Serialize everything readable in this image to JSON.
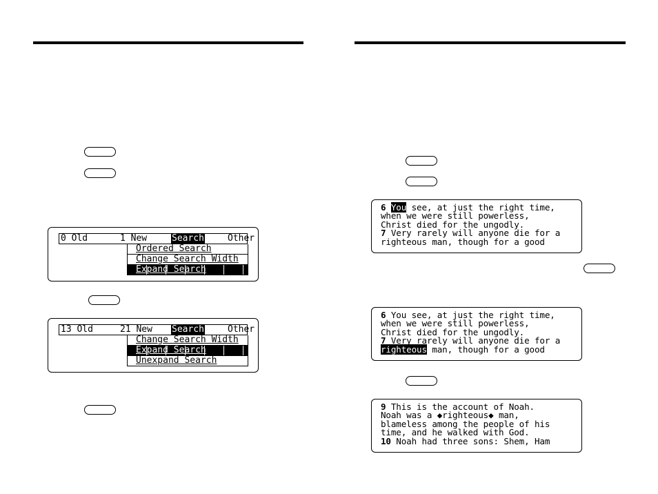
{
  "left_page": {
    "screen1": {
      "menu": {
        "old": "0 Old",
        "new": "1 New",
        "search": "Search",
        "other": "Other"
      },
      "dropdown": [
        "Ordered Search",
        "Change Search Width",
        "Expand Search"
      ],
      "selected_index": 2
    },
    "screen2": {
      "menu": {
        "old": "13 Old",
        "new": "21 New",
        "search": "Search",
        "other": "Other"
      },
      "dropdown": [
        "Change Search Width",
        "Expand Search",
        "Unexpand Search"
      ],
      "selected_index": 1
    }
  },
  "right_page": {
    "screen3": {
      "line1_num": "6",
      "line1_hl": "You",
      "line1_rest": " see, at just the right time,",
      "line2": "when we were still powerless,",
      "line3": "Christ died for the ungodly.",
      "line4_num": "7",
      "line4_rest": " Very rarely will anyone die for a",
      "line5": "righteous man, though for a good"
    },
    "screen4": {
      "line1_num": "6",
      "line1_rest": " You see, at just the right time,",
      "line2": "when we were still powerless,",
      "line3": "Christ died for the ungodly.",
      "line4_num": "7",
      "line4_rest": " Very rarely will anyone die for a",
      "line5_hl": "righteous",
      "line5_rest": " man, though for a good"
    },
    "screen5": {
      "line1_num": "9",
      "line1_rest": " This is the account of Noah.",
      "line2": "Noah was a ◆righteous◆ man,",
      "line3": "blameless among the people of his",
      "line4": "time, and he walked with God.",
      "line5_num": "10",
      "line5_rest": " Noah had three sons: Shem, Ham"
    }
  }
}
